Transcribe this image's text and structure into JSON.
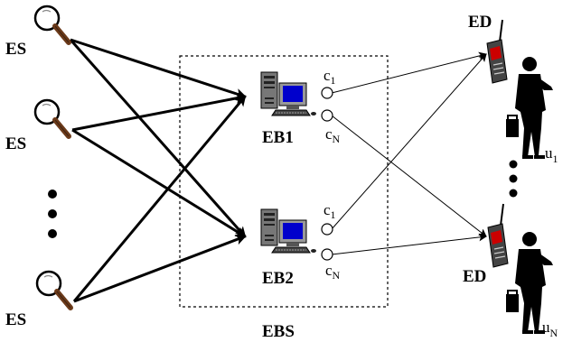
{
  "labels": {
    "event_source": "ES",
    "event_broker_1": "EB1",
    "event_broker_2": "EB2",
    "broker_system": "EBS",
    "event_device": "ED",
    "channel_c": "c",
    "channel_1": "1",
    "channel_n": "N",
    "user_u": "u",
    "user_1": "1",
    "user_n": "N"
  }
}
